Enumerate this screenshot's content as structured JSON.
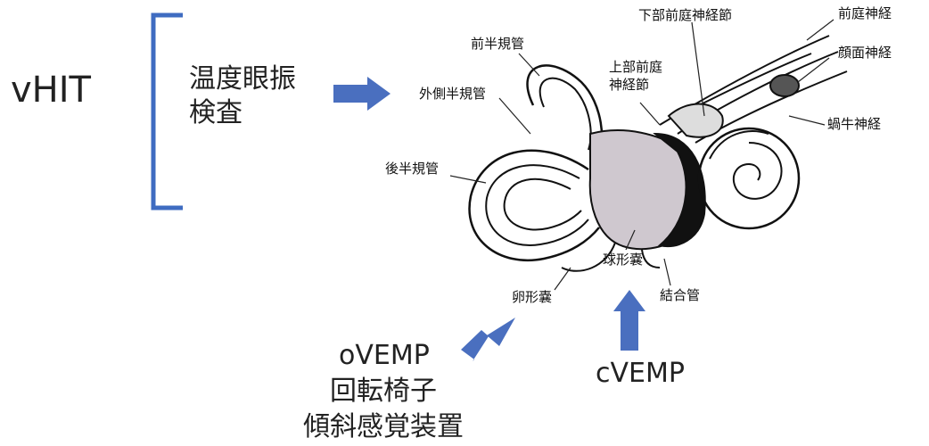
{
  "left": {
    "vhit": "vHIT",
    "caloric_line1": "温度眼振",
    "caloric_line2": "検査"
  },
  "bottom": {
    "ovemp": "oVEMP",
    "rotary_chair": "回転椅子",
    "tilt_device": "傾斜感覚装置",
    "cvemp": "cVEMP"
  },
  "anatomy": {
    "anterior_canal": "前半規管",
    "lateral_canal": "外側半規管",
    "posterior_canal": "後半規管",
    "superior_ganglion_1": "上部前庭",
    "superior_ganglion_2": "神経節",
    "inferior_ganglion": "下部前庭神経節",
    "vestibular_nerve": "前庭神経",
    "facial_nerve": "顔面神経",
    "cochlear_nerve": "蝸牛神経",
    "utricle": "卵形嚢",
    "saccule": "球形嚢",
    "ductus_reuniens": "結合管"
  },
  "colors": {
    "arrow": "#4a6fbf",
    "bracket": "#3f6cc1"
  }
}
